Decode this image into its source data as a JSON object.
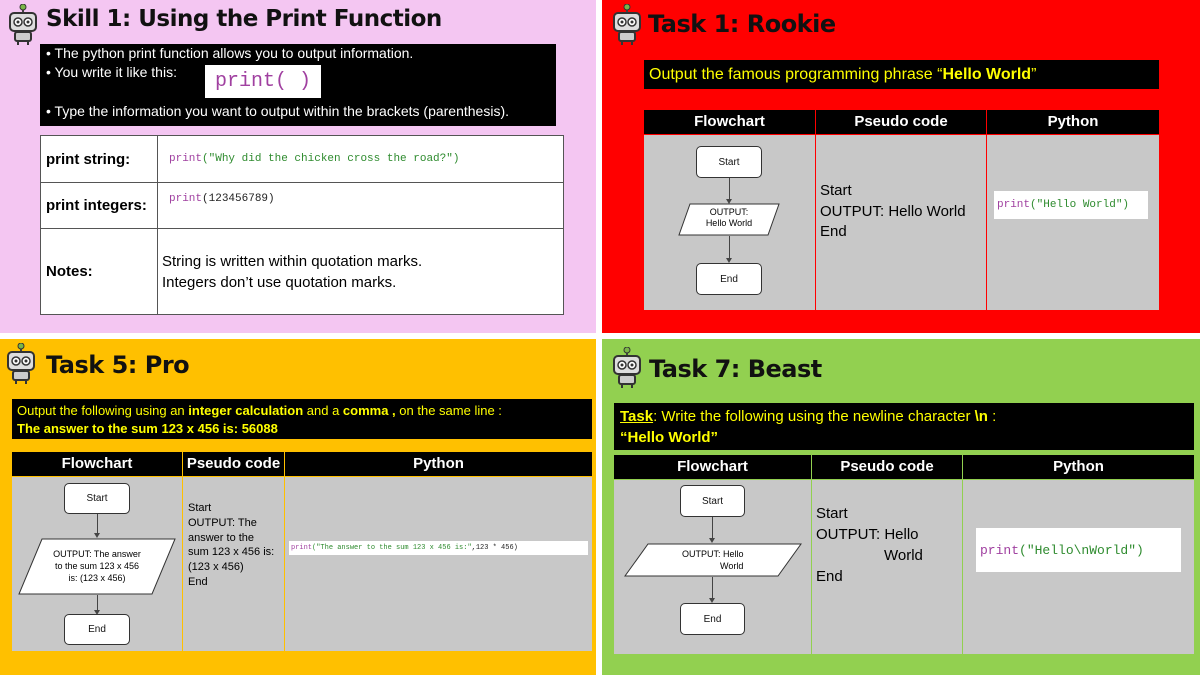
{
  "skill1": {
    "title": "Skill 1: Using the Print Function",
    "bullets": [
      "• The python print function allows you to output information.",
      "• You write it like this:",
      "• Type the information you want to output within the brackets (parenthesis)."
    ],
    "print_example": "print( )",
    "rows": [
      {
        "label": "print string:",
        "code_kw": "print",
        "code_rest": "(\"Why did the chicken cross the road?\")"
      },
      {
        "label": "print integers:",
        "code_kw": "print",
        "code_rest": "(123456789)"
      },
      {
        "label": "Notes:",
        "note_line1": "String is written within quotation marks.",
        "note_line2": "Integers don’t use quotation marks."
      }
    ]
  },
  "task1": {
    "title": "Task 1: Rookie",
    "instruction_prefix": "Output the famous programming phrase “",
    "instruction_bold": "Hello World",
    "instruction_suffix": "”",
    "headers": [
      "Flowchart",
      "Pseudo code",
      "Python"
    ],
    "flow_start": "Start",
    "flow_output_l1": "OUTPUT:",
    "flow_output_l2": "Hello World",
    "flow_end": "End",
    "pseudo": [
      "Start",
      "OUTPUT: Hello World",
      "End"
    ],
    "code_kw": "print",
    "code_str": "(\"Hello World\")"
  },
  "task5": {
    "title": "Task 5: Pro",
    "line1_a": "Output the following using an ",
    "line1_b": "integer calculation",
    "line1_c": " and a ",
    "line1_d": "comma ,",
    "line1_e": " on the same line :",
    "line2": "The answer to the sum 123 x 456 is: 56088",
    "headers": [
      "Flowchart",
      "Pseudo code",
      "Python"
    ],
    "flow_start": "Start",
    "flow_output_l1": "OUTPUT: The answer",
    "flow_output_l2": "to the sum 123 x 456",
    "flow_output_l3": "is: (123 x 456)",
    "flow_end": "End",
    "pseudo": [
      "Start",
      "OUTPUT: The",
      "answer to the",
      "sum 123 x 456 is:",
      "(123 x 456)",
      "End"
    ],
    "code_kw": "print",
    "code_str": " (\"The answer to the sum 123 x 456 is:\"",
    "code_rest": ",123 * 456)"
  },
  "task7": {
    "title": "Task 7: Beast",
    "task_label": "Task",
    "line1_rest": ": Write the following using the newline character ",
    "line1_nl": "\\n",
    "line1_end": " :",
    "line2": "“Hello World”",
    "headers": [
      "Flowchart",
      "Pseudo code",
      "Python"
    ],
    "flow_start": "Start",
    "flow_output_l1": "OUTPUT: Hello",
    "flow_output_l2": "World",
    "flow_end": "End",
    "pseudo": [
      "Start",
      "OUTPUT: Hello",
      "World",
      "End"
    ],
    "code_kw": "print",
    "code_str": "(\"Hello\\nWorld\")"
  },
  "colors": {
    "pink": "#f4c6f2",
    "red": "#ff0000",
    "orange": "#ffc000",
    "green": "#92d050",
    "highlight": "#ffff00"
  },
  "icons": [
    "robot-icon"
  ]
}
